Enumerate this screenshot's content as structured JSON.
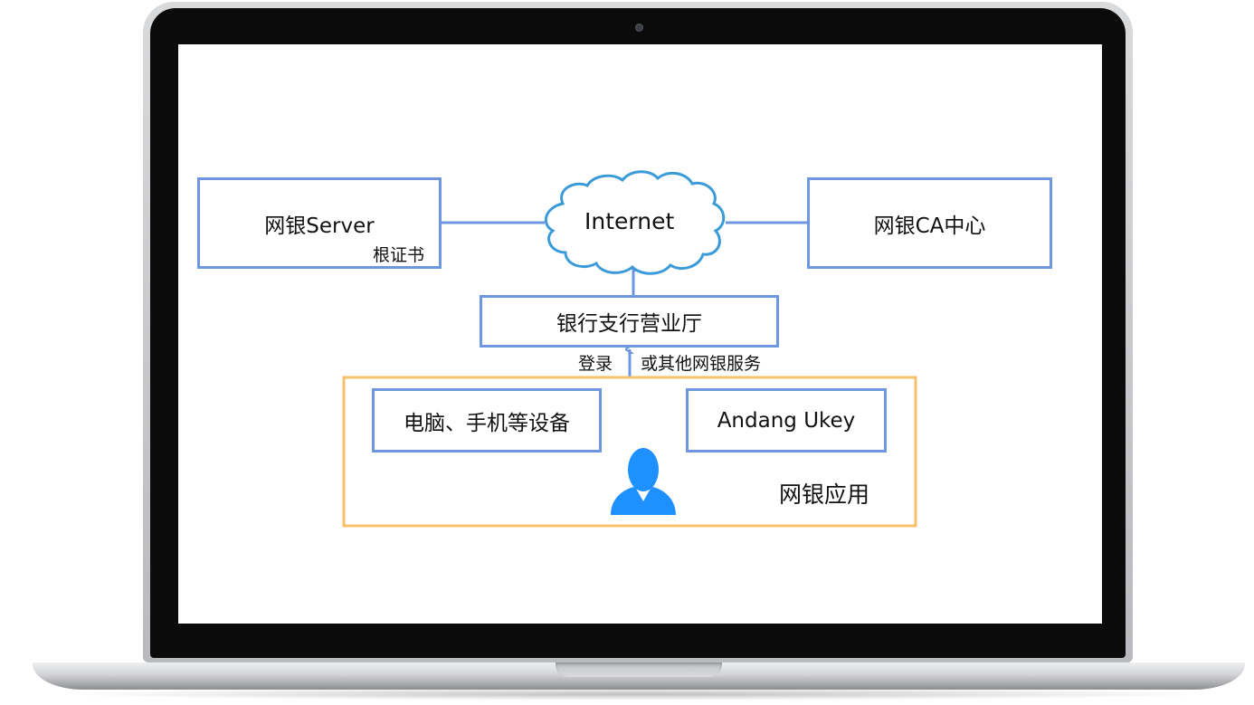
{
  "diagram": {
    "server": {
      "title": "网银Server",
      "sub": "根证书"
    },
    "internet": {
      "label": "Internet"
    },
    "ca": {
      "label": "网银CA中心"
    },
    "branch": {
      "label": "银行支行营业厅"
    },
    "arrow_labels": {
      "left": "登录",
      "right": "或其他网银服务"
    },
    "app_group": {
      "device": "电脑、手机等设备",
      "ukey": "Andang Ukey",
      "caption": "网银应用"
    }
  },
  "colors": {
    "box_border": "#6f97e0",
    "group_border": "#f5c16a",
    "cloud_stroke": "#3a9bd8",
    "user_icon": "#1e90ff",
    "bezel": "#0b0b0c"
  },
  "icons": [
    "cloud-icon",
    "user-icon",
    "camera-icon"
  ]
}
